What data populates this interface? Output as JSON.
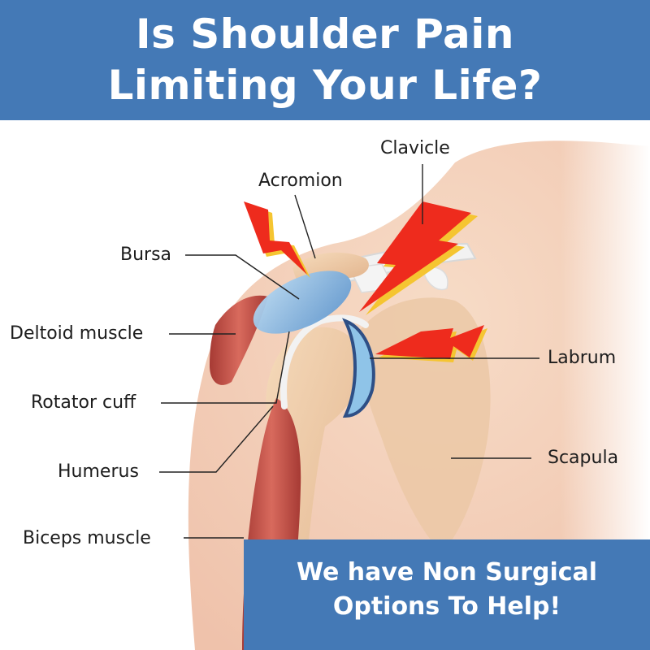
{
  "headline": {
    "line1": "Is Shoulder Pain",
    "line2": "Limiting Your Life?"
  },
  "labels": {
    "clavicle": "Clavicle",
    "acromion": "Acromion",
    "bursa": "Bursa",
    "deltoid_muscle": "Deltoid muscle",
    "rotator_cuff": "Rotator cuff",
    "humerus": "Humerus",
    "biceps_muscle": "Biceps muscle",
    "labrum": "Labrum",
    "scapula": "Scapula"
  },
  "cta": {
    "line1": "We have Non Surgical",
    "line2": "Options To Help!"
  },
  "colors": {
    "banner": "#4479b6",
    "pain_bolt": "#ee2b1d",
    "bolt_edge": "#f5c531",
    "skin": "#f2cdb4",
    "bone": "#ecc9a4",
    "muscle": "#cc5548",
    "bursa": "#7fb3e0"
  }
}
